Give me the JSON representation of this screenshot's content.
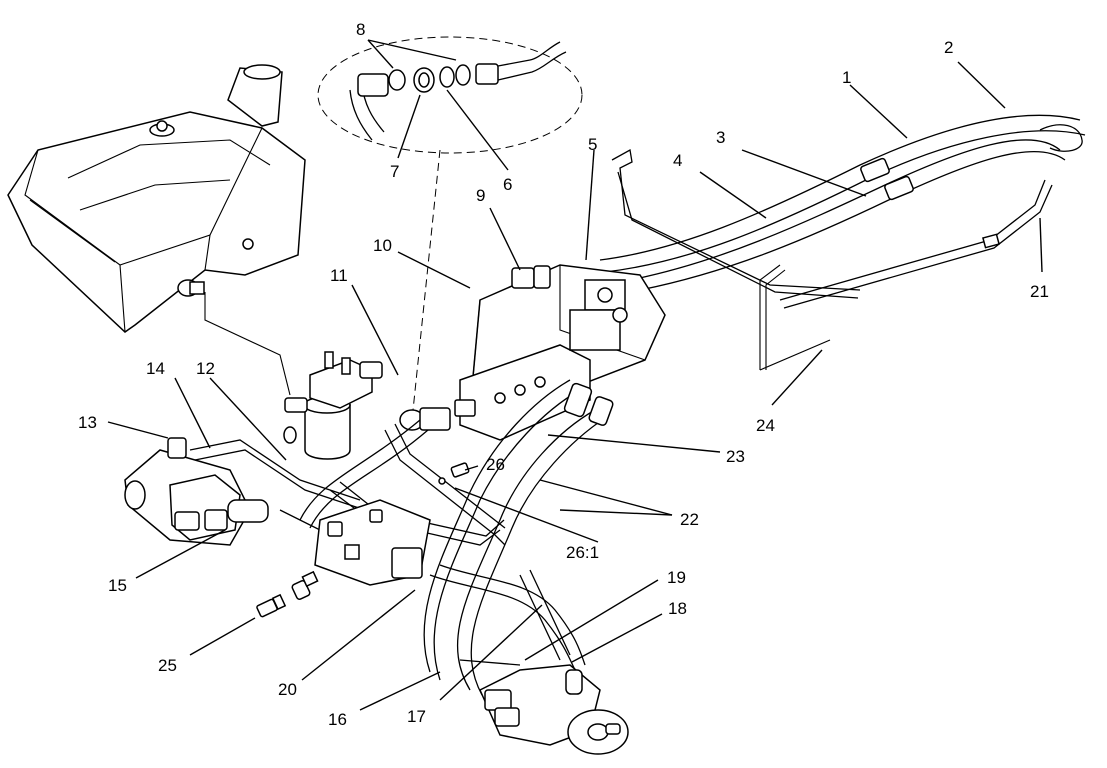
{
  "callouts": {
    "c1": "1",
    "c2": "2",
    "c3": "3",
    "c4": "4",
    "c5": "5",
    "c6": "6",
    "c7": "7",
    "c8": "8",
    "c9": "9",
    "c10": "10",
    "c11": "11",
    "c12": "12",
    "c13": "13",
    "c14": "14",
    "c15": "15",
    "c16": "16",
    "c17": "17",
    "c18": "18",
    "c19": "19",
    "c20": "20",
    "c21": "21",
    "c22": "22",
    "c23": "23",
    "c24": "24",
    "c25": "25",
    "c26": "26",
    "c26_1": "26:1"
  }
}
